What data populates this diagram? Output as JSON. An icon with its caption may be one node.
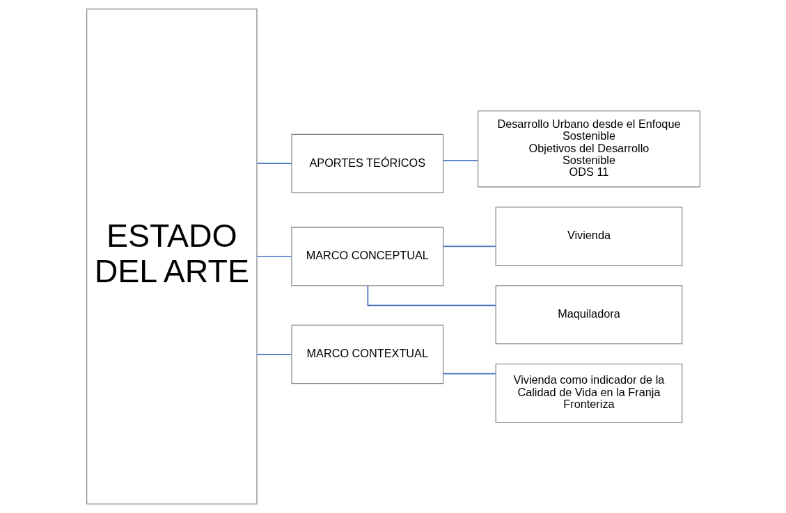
{
  "diagram": {
    "nodes": [
      {
        "text": [
          "ESTADO DEL ARTE"
        ]
      },
      {
        "text": [
          "APORTES TEÓRICOS"
        ]
      },
      {
        "text": [
          "Desarrollo Urbano desde el Enfoque Sostenible",
          "Objetivos del Desarrollo Sostenible",
          "ODS 11"
        ]
      },
      {
        "text": [
          "MARCO CONCEPTUAL"
        ]
      },
      {
        "text": [
          "Vivienda"
        ]
      },
      {
        "text": [
          "Maquiladora"
        ]
      },
      {
        "text": [
          "MARCO CONTEXTUAL"
        ]
      },
      {
        "text": [
          "Vivienda como indicador de la Calidad de Vida en la Franja Fronteriza"
        ]
      }
    ],
    "edges": [
      {
        "from": 0,
        "to": 1,
        "arrow": "none"
      },
      {
        "from": 0,
        "to": 3,
        "arrow": "none"
      },
      {
        "from": 0,
        "to": 6,
        "arrow": "none"
      },
      {
        "from": 1,
        "to": 2,
        "arrow": "none"
      },
      {
        "from": 3,
        "to": 4,
        "arrow": "none"
      },
      {
        "from": 3,
        "to": 5,
        "arrow": "none"
      },
      {
        "from": 6,
        "to": 7,
        "arrow": "none"
      }
    ]
  }
}
